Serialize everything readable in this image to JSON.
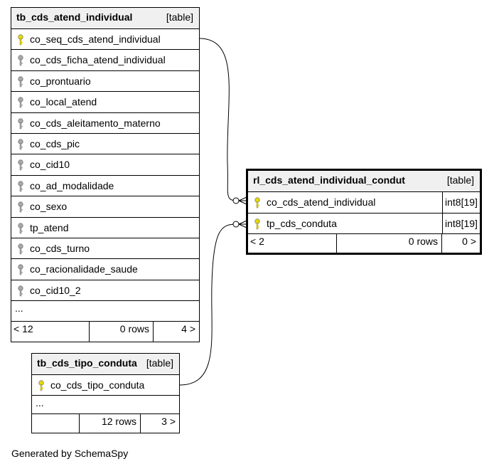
{
  "tables": {
    "atend": {
      "name": "tb_cds_atend_individual",
      "kind": "[table]",
      "columns": [
        {
          "name": "co_seq_cds_atend_individual",
          "key": "primary"
        },
        {
          "name": "co_cds_ficha_atend_individual",
          "key": "index"
        },
        {
          "name": "co_prontuario",
          "key": "index"
        },
        {
          "name": "co_local_atend",
          "key": "index"
        },
        {
          "name": "co_cds_aleitamento_materno",
          "key": "index"
        },
        {
          "name": "co_cds_pic",
          "key": "index"
        },
        {
          "name": "co_cid10",
          "key": "index"
        },
        {
          "name": "co_ad_modalidade",
          "key": "index"
        },
        {
          "name": "co_sexo",
          "key": "index"
        },
        {
          "name": "tp_atend",
          "key": "index"
        },
        {
          "name": "co_cds_turno",
          "key": "index"
        },
        {
          "name": "co_racionalidade_saude",
          "key": "index"
        },
        {
          "name": "co_cid10_2",
          "key": "index"
        }
      ],
      "more": "...",
      "footer": {
        "parents": "< 12",
        "rows": "0 rows",
        "children": "4 >"
      }
    },
    "conduta": {
      "name": "tb_cds_tipo_conduta",
      "kind": "[table]",
      "columns": [
        {
          "name": "co_cds_tipo_conduta",
          "key": "primary"
        }
      ],
      "more": "...",
      "footer": {
        "parents": "",
        "rows": "12 rows",
        "children": "3 >"
      }
    },
    "rel": {
      "name": "rl_cds_atend_individual_condut",
      "kind": "[table]",
      "columns": [
        {
          "name": "co_cds_atend_individual",
          "type": "int8[19]",
          "key": "primary"
        },
        {
          "name": "tp_cds_conduta",
          "type": "int8[19]",
          "key": "primary"
        }
      ],
      "footer": {
        "parents": "< 2",
        "rows": "0 rows",
        "children": "0 >"
      }
    }
  },
  "colors": {
    "primary_key": "#e8d800",
    "index_key": "#a8a8a8",
    "header_bg": "#f0f0f0"
  },
  "credit": "Generated by SchemaSpy"
}
